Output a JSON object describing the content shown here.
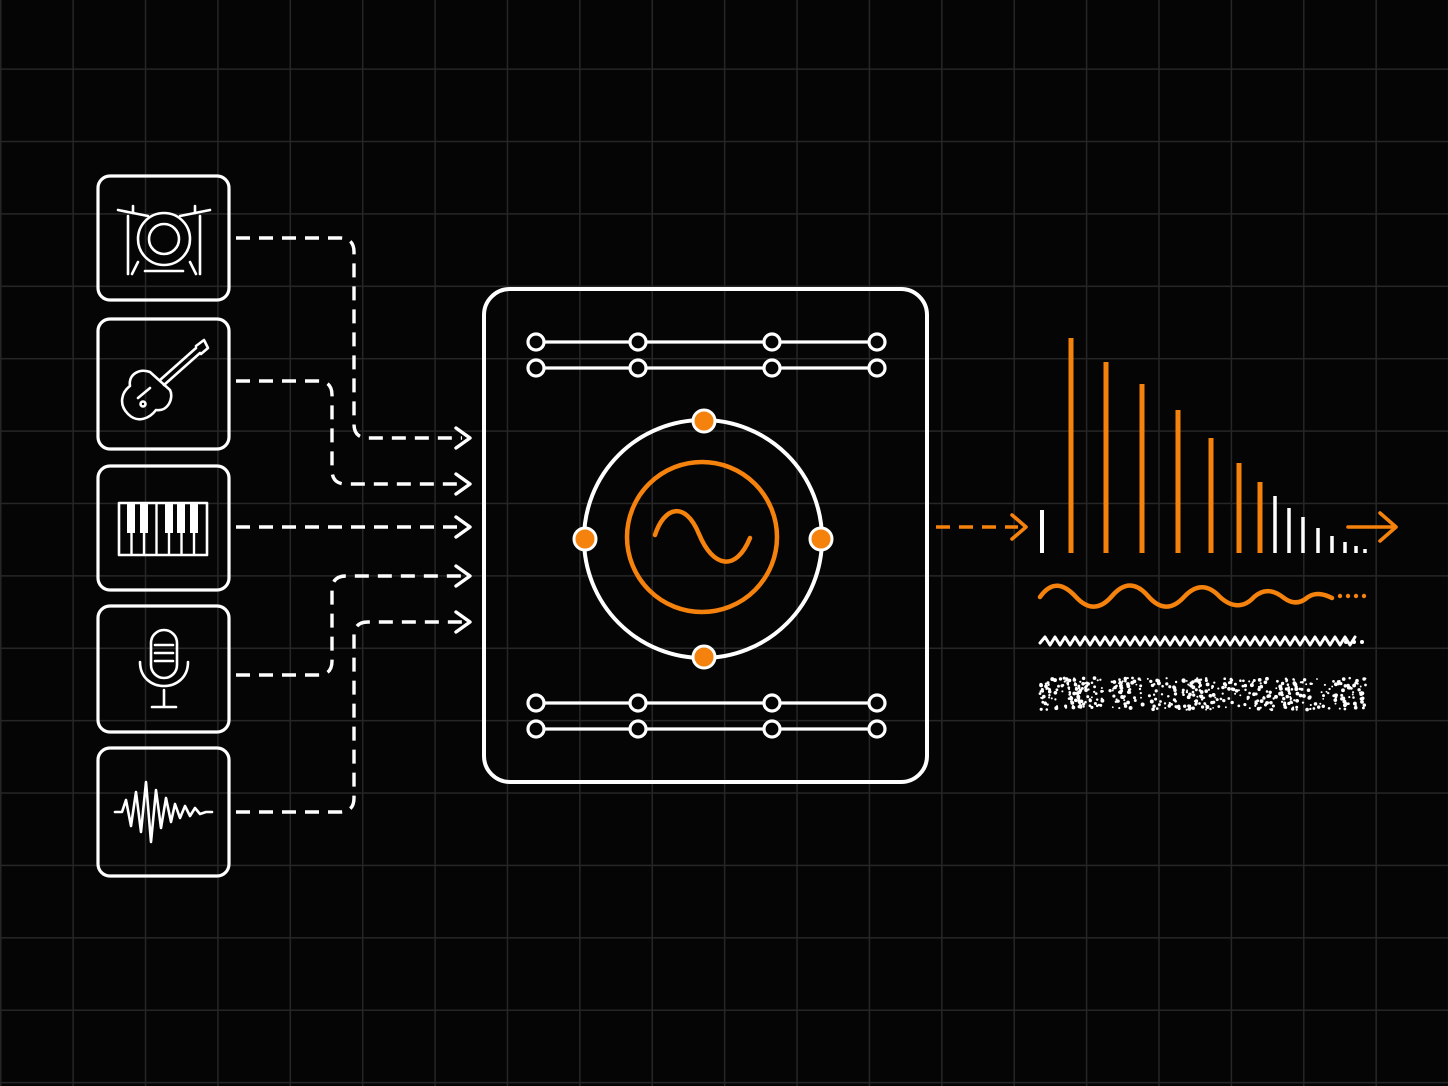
{
  "diagram": {
    "colors": {
      "background": "#050505",
      "grid": "#262626",
      "stroke": "#ffffff",
      "accent": "#f5820d"
    },
    "inputs": [
      {
        "name": "drum-kit-icon"
      },
      {
        "name": "electric-guitar-icon"
      },
      {
        "name": "piano-keys-icon"
      },
      {
        "name": "microphone-icon"
      },
      {
        "name": "waveform-icon"
      }
    ],
    "processor": {
      "name": "synth-processor-box",
      "center_icon": "sine-wave-icon",
      "slider_rows": 4
    },
    "outputs": [
      {
        "name": "harmonic-spectrum",
        "type": "decaying bars"
      },
      {
        "name": "orange-wavy-line"
      },
      {
        "name": "white-zigzag-line"
      },
      {
        "name": "noise-dots"
      }
    ]
  }
}
